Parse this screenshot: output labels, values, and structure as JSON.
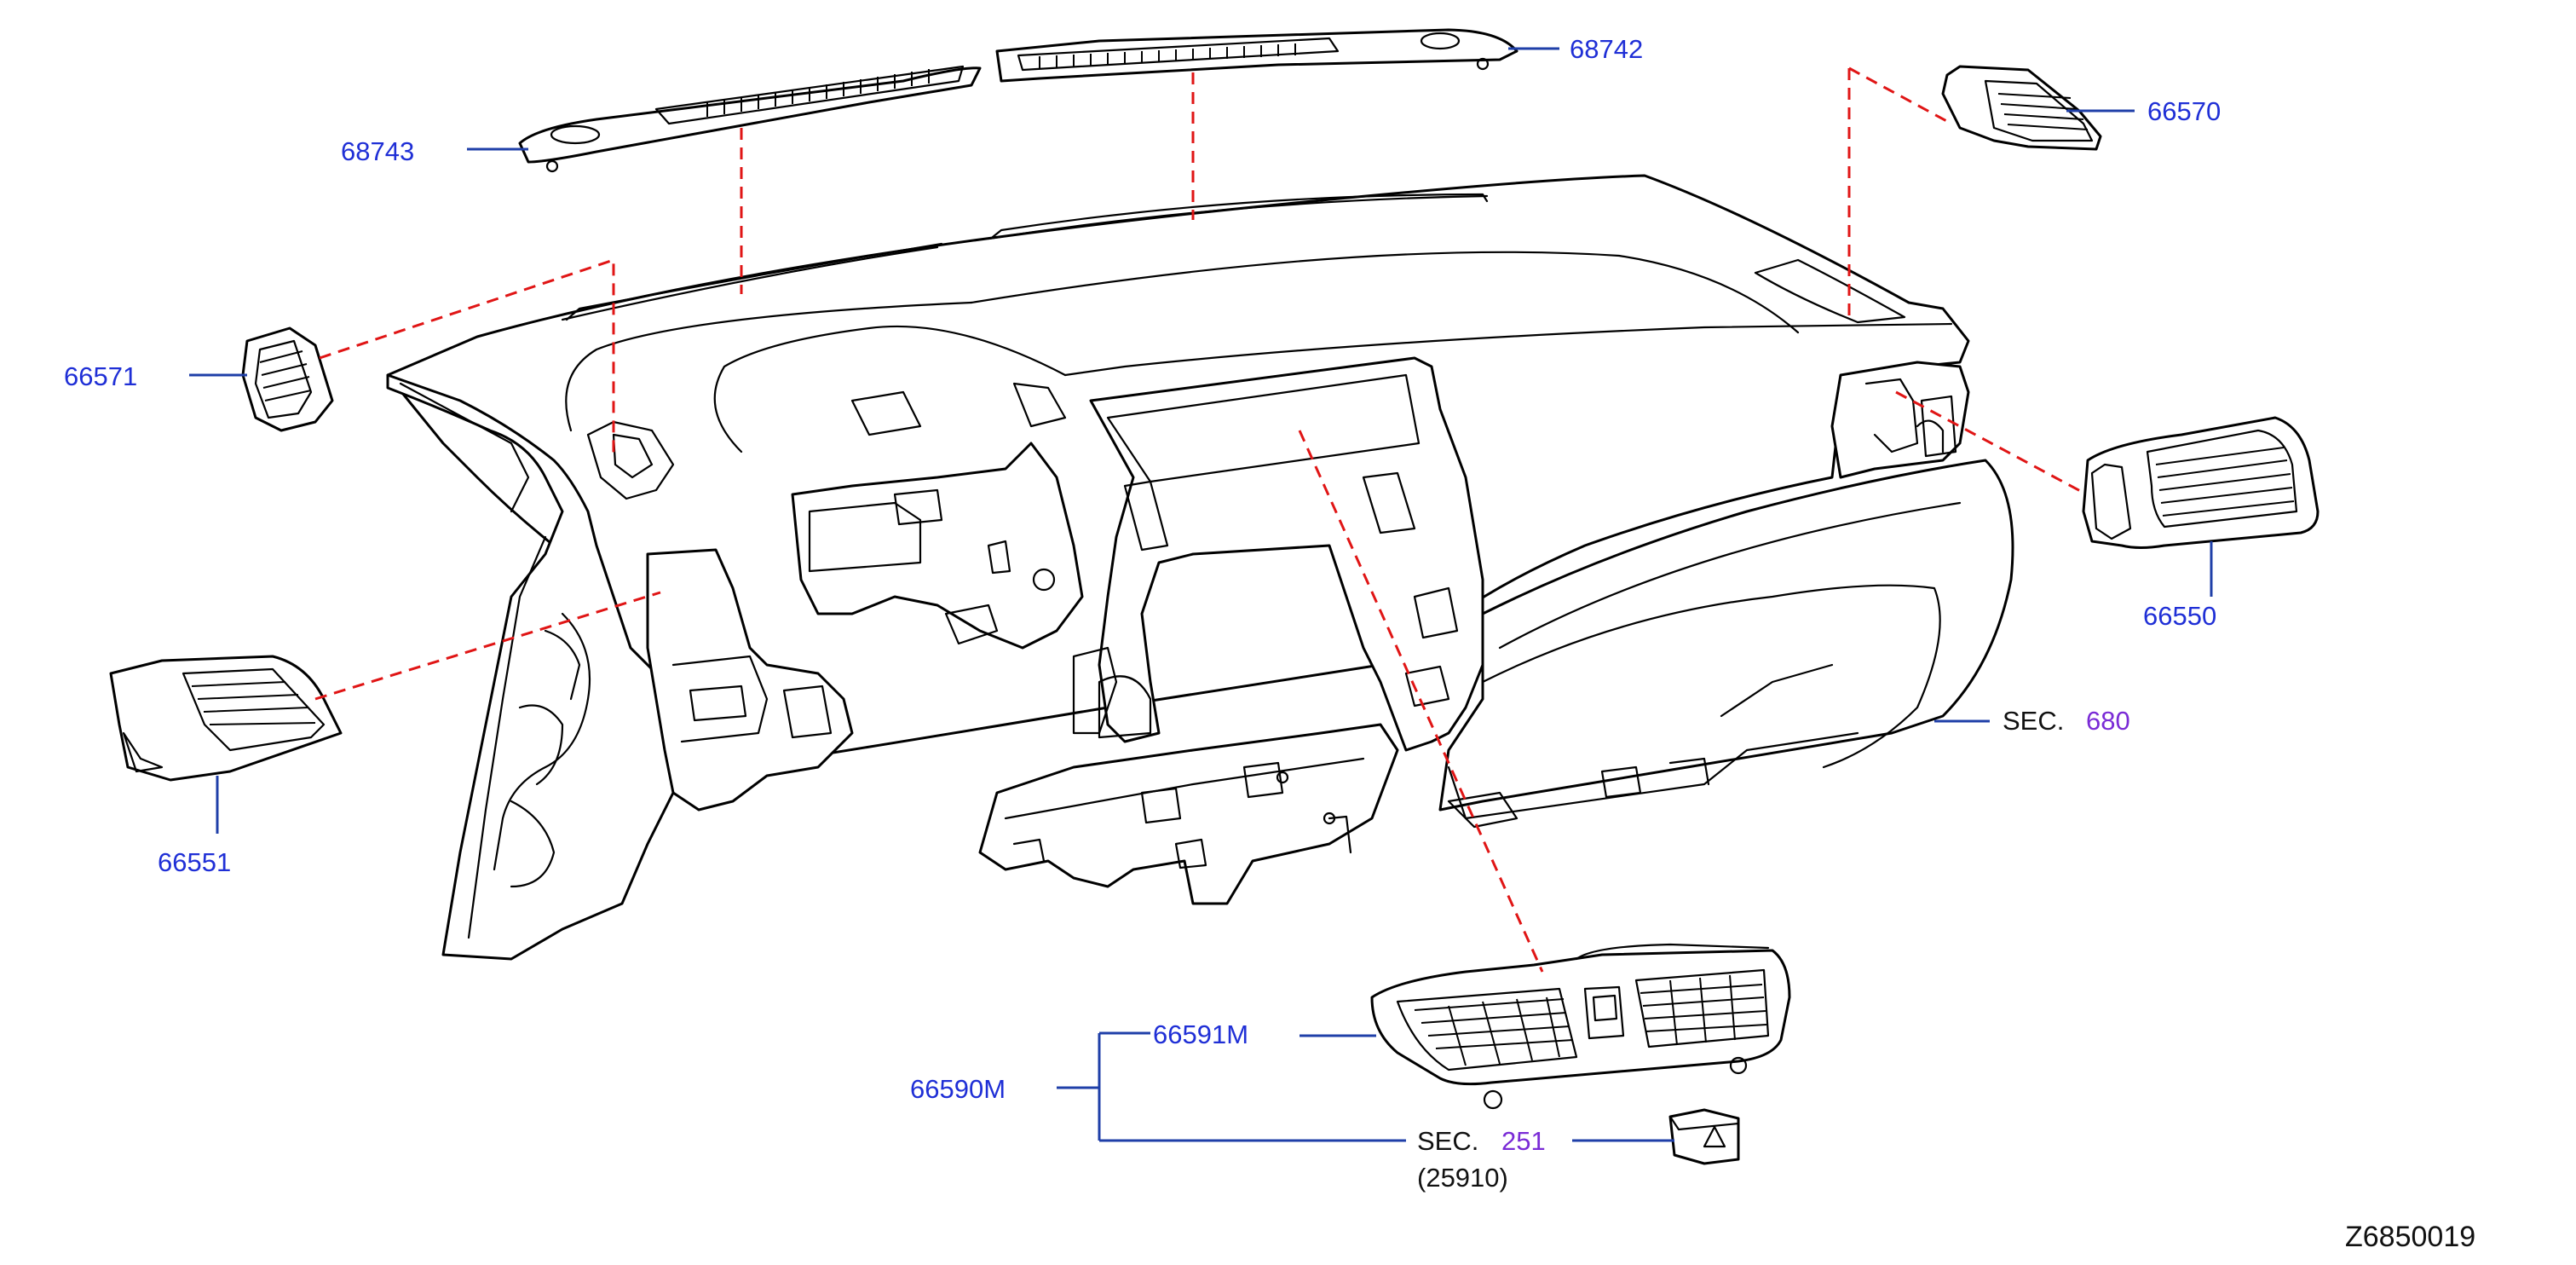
{
  "callouts": {
    "c68742": "68742",
    "c68743": "68743",
    "c66570": "66570",
    "c66571": "66571",
    "c66550": "66550",
    "c66551": "66551",
    "c66591M": "66591M",
    "c66590M": "66590M"
  },
  "references": {
    "sec680_prefix": "SEC.",
    "sec680_num": "680",
    "sec251_prefix": "SEC.",
    "sec251_num": "251",
    "sec251_sub": "(25910)"
  },
  "diagram_id": "Z6850019",
  "colors": {
    "callout_text": "#1f2fd6",
    "section_number": "#7a2bd6",
    "leader_line": "#1f3fa8",
    "dashed_guide": "#e01515",
    "outline": "#000000"
  }
}
